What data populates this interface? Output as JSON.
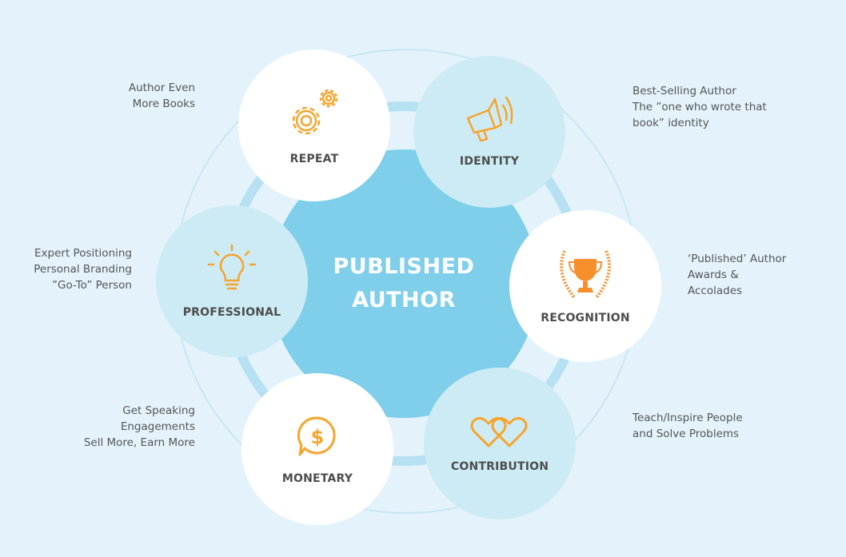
{
  "center": {
    "line1": "PUBLISHED",
    "line2": "AUTHOR"
  },
  "nodes": {
    "repeat": {
      "label": "REPEAT",
      "icon": "gears-icon",
      "notes": [
        "Author Even",
        "More Books"
      ]
    },
    "identity": {
      "label": "IDENTITY",
      "icon": "megaphone-icon",
      "notes": [
        "Best-Selling Author",
        "The ”one who wrote that",
        "book” identity"
      ]
    },
    "recognition": {
      "label": "RECOGNITION",
      "icon": "trophy-laurel-icon",
      "notes": [
        "‘Published’ Author",
        "Awards &",
        "Accolades"
      ]
    },
    "contribution": {
      "label": "CONTRIBUTION",
      "icon": "hearts-icon",
      "notes": [
        "Teach/Inspire People",
        "and Solve Problems"
      ]
    },
    "monetary": {
      "label": "MONETARY",
      "icon": "dollar-bubble-icon",
      "notes": [
        "Get Speaking",
        "Engagements",
        "Sell More, Earn More"
      ]
    },
    "professional": {
      "label": "PROFESSIONAL",
      "icon": "lightbulb-icon",
      "notes": [
        "Expert Positioning",
        "Personal Branding",
        "”Go-To” Person"
      ]
    }
  },
  "colors": {
    "background": "#e4f3fb",
    "center": "#7fcfea",
    "ring": "#b5e1f2",
    "light_node": "#cdebf5",
    "icon": "#f8a42b"
  }
}
